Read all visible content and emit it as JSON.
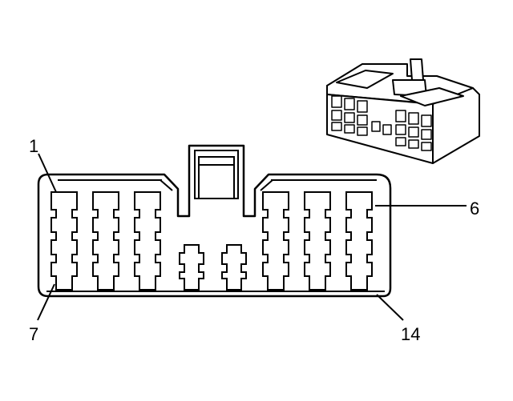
{
  "diagram": {
    "pin_labels": {
      "top_left": "1",
      "top_right": "6",
      "bottom_left": "7",
      "bottom_right": "14"
    }
  },
  "colors": {
    "line": "#000000",
    "background": "#ffffff"
  }
}
